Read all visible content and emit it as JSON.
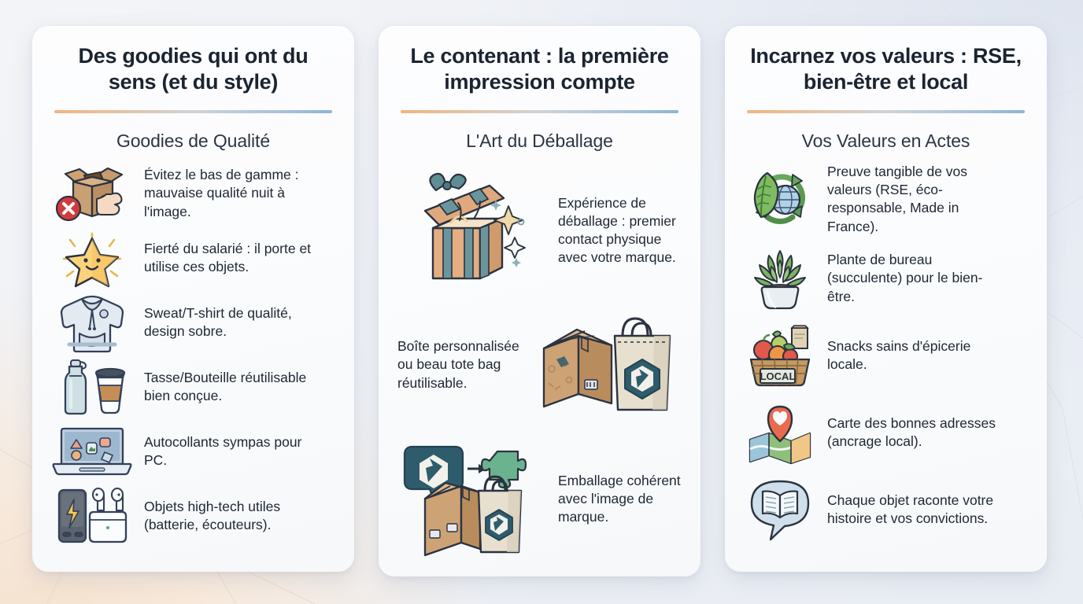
{
  "background": {
    "warm_tint": "#f6e2cf",
    "cool_tint": "#dde3ee",
    "base": "#eef1f6",
    "line_color": "#dfe5ee"
  },
  "theme": {
    "card_bg": "#fcfdfe",
    "title_color": "#1b2431",
    "body_color": "#1e2733",
    "divider_from": "#f0b580",
    "divider_to": "#8fb4d6"
  },
  "cards": [
    {
      "id": "goodies",
      "title": "Des goodies qui ont du sens (et du style)",
      "subtitle": "Goodies de Qualité",
      "items": [
        {
          "icon": "damaged-box-thumbs-down-icon",
          "text": "Évitez le bas de gamme : mauvaise qualité nuit à l'image."
        },
        {
          "icon": "smiling-star-icon",
          "text": "Fierté du salarié : il porte et utilise ces objets."
        },
        {
          "icon": "hoodie-icon",
          "text": "Sweat/T-shirt de qualité, design sobre."
        },
        {
          "icon": "bottle-and-cup-icon",
          "text": "Tasse/Bouteille réutilisable bien conçue."
        },
        {
          "icon": "laptop-stickers-icon",
          "text": "Autocollants sympas pour PC."
        },
        {
          "icon": "powerbank-earbuds-icon",
          "text": "Objets high-tech utiles (batterie, écouteurs)."
        }
      ]
    },
    {
      "id": "contenant",
      "title": "Le contenant : la première impression compte",
      "subtitle": "L'Art du Déballage",
      "items": [
        {
          "icon": "gift-box-sparkle-icon",
          "text": "Expérience de déballage : premier contact physique avec votre marque.",
          "layout": "icon-left"
        },
        {
          "icon": "branded-box-tote-icon",
          "text": "Boîte personnalisée ou beau tote bag réutilisable.",
          "layout": "icon-right"
        },
        {
          "icon": "brand-puzzle-packaging-icon",
          "text": "Emballage cohérent avec l'image de marque.",
          "layout": "icon-left"
        }
      ]
    },
    {
      "id": "valeurs",
      "title": "Incarnez vos valeurs : RSE, bien-être et local",
      "subtitle": "Vos Valeurs en Actes",
      "items": [
        {
          "icon": "leaf-globe-recycle-icon",
          "text": "Preuve tangible de vos valeurs (RSE, éco-responsable, Made in France)."
        },
        {
          "icon": "succulent-plant-icon",
          "text": "Plante de bureau (succulente) pour le bien-être."
        },
        {
          "icon": "local-grocery-basket-icon",
          "text": "Snacks sains d'épicerie locale.",
          "badge": "LOCAL"
        },
        {
          "icon": "map-heart-pin-icon",
          "text": "Carte des bonnes adresses (ancrage local)."
        },
        {
          "icon": "open-book-speech-bubble-icon",
          "text": "Chaque objet raconte votre histoire et vos convictions."
        }
      ]
    }
  ]
}
